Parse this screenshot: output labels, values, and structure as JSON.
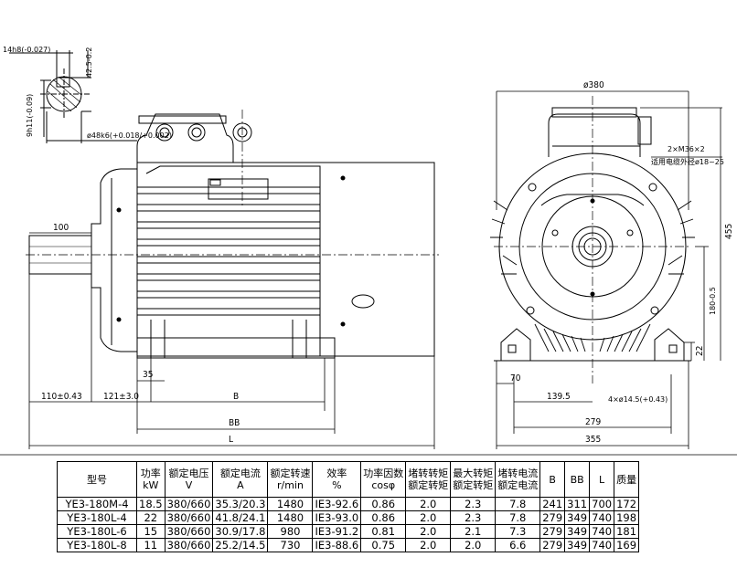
{
  "dims": {
    "shaft_w": "14h8(-0.027)",
    "shaft_h": "42.5-0.2",
    "shaft_key": "9h11(-0.09)",
    "shaft_dia": "ø48k6(+0.018/+0.002)",
    "shaft_len": "100",
    "d_35": "35",
    "d_110": "110±0.43",
    "d_121": "121±3.0",
    "d_B": "B",
    "d_BB": "BB",
    "d_L": "L",
    "d_380": "ø380",
    "cable_gland": "2×M36×2",
    "cable_dia": "适用电缆外径ø18~25",
    "d_455": "455",
    "d_180": "180-0.5",
    "d_22": "22",
    "d_70": "70",
    "d_139": "139.5",
    "d_holes": "4×ø14.5(+0.43)",
    "d_279": "279",
    "d_355": "355"
  },
  "table": {
    "headers": [
      {
        "l1": "型号",
        "l2": ""
      },
      {
        "l1": "功率",
        "l2": "kW"
      },
      {
        "l1": "额定电压",
        "l2": "V"
      },
      {
        "l1": "额定电流",
        "l2": "A"
      },
      {
        "l1": "额定转速",
        "l2": "r/min"
      },
      {
        "l1": "效率",
        "l2": "%"
      },
      {
        "l1": "功率因数",
        "l2": "cosφ"
      },
      {
        "l1": "堵转转矩",
        "l2": "额定转矩"
      },
      {
        "l1": "最大转矩",
        "l2": "额定转矩"
      },
      {
        "l1": "堵转电流",
        "l2": "额定电流"
      },
      {
        "l1": "B",
        "l2": ""
      },
      {
        "l1": "BB",
        "l2": ""
      },
      {
        "l1": "L",
        "l2": ""
      },
      {
        "l1": "质量",
        "l2": ""
      }
    ],
    "rows": [
      [
        "YE3-180M-4",
        "18.5",
        "380/660",
        "35.3/20.3",
        "1480",
        "IE3-92.6",
        "0.86",
        "2.0",
        "2.3",
        "7.8",
        "241",
        "311",
        "700",
        "172"
      ],
      [
        "YE3-180L-4",
        "22",
        "380/660",
        "41.8/24.1",
        "1480",
        "IE3-93.0",
        "0.86",
        "2.0",
        "2.3",
        "7.8",
        "279",
        "349",
        "740",
        "198"
      ],
      [
        "YE3-180L-6",
        "15",
        "380/660",
        "30.9/17.8",
        "980",
        "IE3-91.2",
        "0.81",
        "2.0",
        "2.1",
        "7.3",
        "279",
        "349",
        "740",
        "181"
      ],
      [
        "YE3-180L-8",
        "11",
        "380/660",
        "25.2/14.5",
        "730",
        "IE3-88.6",
        "0.75",
        "2.0",
        "2.0",
        "6.6",
        "279",
        "349",
        "740",
        "169"
      ]
    ]
  }
}
